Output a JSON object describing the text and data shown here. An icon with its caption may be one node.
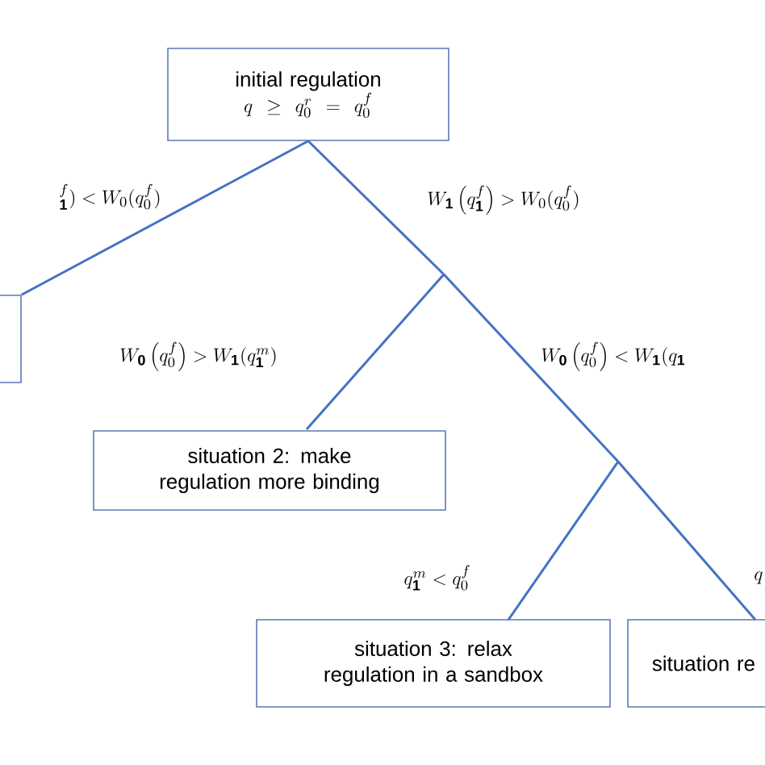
{
  "diagram": {
    "nodes": [
      {
        "text": [
          "initial regulation",
          "q \\geq q_0^r = q_0^f"
        ]
      },
      {
        "text": [],
        "shape": "box"
      },
      {
        "text": [
          "situation 2: make regulation more binding"
        ]
      },
      {
        "text": [
          "situation 3: relax regulation in a sandbox"
        ]
      },
      {
        "text": [
          "situation re"
        ]
      }
    ],
    "edges": [
      {
        "from": 0,
        "to": 1,
        "arrow": "none",
        "label": "{}_{\\mathbf{1}}^{f}\\bigr) < W_0(q_0^f)"
      },
      {
        "from": 0,
        "to": 2,
        "arrow": "none",
        "label": "W_{\\mathbf{0}}\\left(q_0^f\\right) > W_{\\mathbf{1}}(q_{\\mathbf{1}}^m)"
      },
      {
        "from": 0,
        "to": 3,
        "arrow": "none",
        "label": "q_{\\mathbf{1}}^m < q_0^f"
      },
      {
        "from": 0,
        "to": 4,
        "arrow": "none",
        "label": "q"
      }
    ],
    "labels": [
      "W_{\\mathbf{1}}\\left(q_{\\mathbf{1}}^f\\right) > W_0(q_0^f)",
      "W_{\\mathbf{0}}\\left(q_0^f\\right) < W_{\\mathbf{1}}(q_{\\mathbf{1}}"
    ]
  }
}
